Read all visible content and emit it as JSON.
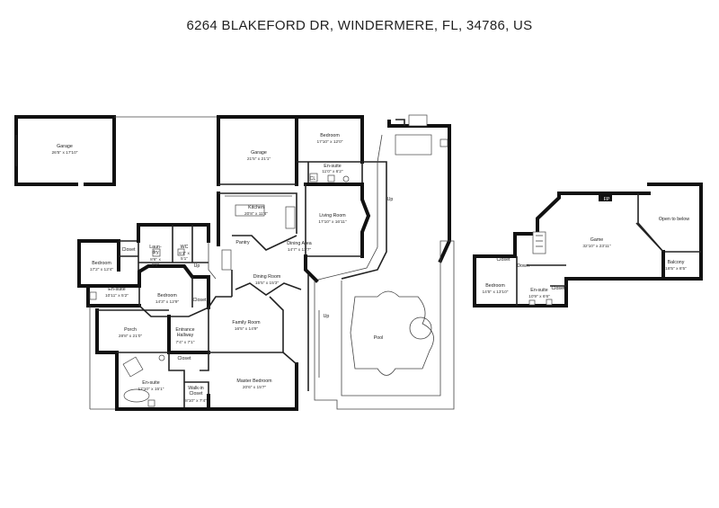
{
  "title": "6264 BLAKEFORD DR, WINDERMERE, FL, 34786, US",
  "rooms": {
    "garage_left": {
      "name": "Garage",
      "dims": "26'5\" x 17'10\""
    },
    "garage_mid": {
      "name": "Garage",
      "dims": "21'5\" x 21'1\""
    },
    "bedroom_ne": {
      "name": "Bedroom",
      "dims": "17'10\" x 12'0\""
    },
    "ensuite_ne": {
      "name": "En-suite",
      "dims": "11'0\" x 6'2\""
    },
    "kitchen": {
      "name": "Kitchen",
      "dims": "20'8\" x 11'4\""
    },
    "living_room": {
      "name": "Living Room",
      "dims": "17'10\" x 16'11\""
    },
    "dining_area": {
      "name": "Dining Area",
      "dims": "14'7\" x 13'7\""
    },
    "dining_room": {
      "name": "Dining Room",
      "dims": "15'5\" x 15'3\""
    },
    "laundry": {
      "name": "Laun-\ndry",
      "dims": "8'6\" x\n8'1\""
    },
    "wc": {
      "name": "WC",
      "dims": "6'1\" x\n5'1\""
    },
    "bedroom_w": {
      "name": "Bedroom",
      "dims": "17'2\" x 12'4\""
    },
    "ensuite_w": {
      "name": "En-suite",
      "dims": "10'11\" x 5'2\""
    },
    "bedroom_c": {
      "name": "Bedroom",
      "dims": "14'3\" x 12'9\""
    },
    "porch": {
      "name": "Porch",
      "dims": "28'8\" x 21'0\""
    },
    "entrance": {
      "name": "Entrance\nHallway",
      "dims": "7'4\" x 7'1\""
    },
    "family_room": {
      "name": "Family Room",
      "dims": "16'5\" x 14'9\""
    },
    "master_bedroom": {
      "name": "Master Bedroom",
      "dims": "20'6\" x 15'7\""
    },
    "ensuite_master": {
      "name": "En-suite",
      "dims": "17'10\" x 15'1\""
    },
    "walkin": {
      "name": "Walk-in\nCloset",
      "dims": "8'10\" x 7'4\""
    },
    "pool": {
      "name": "Pool",
      "dims": ""
    },
    "game": {
      "name": "Game",
      "dims": "32'10\" x 23'11\""
    },
    "open_below": {
      "name": "Open to below",
      "dims": ""
    },
    "balcony": {
      "name": "Balcony",
      "dims": "18'5\" x 8'5\""
    },
    "bedroom_up": {
      "name": "Bedroom",
      "dims": "14'5\" x 13'10\""
    },
    "ensuite_up": {
      "name": "En-suite",
      "dims": "10'9\" x 6'6\""
    }
  },
  "labels": {
    "pantry": "Pantry",
    "closet": "Closet",
    "cl": "CL",
    "up": "Up",
    "down": "Down",
    "fp": "FP"
  }
}
